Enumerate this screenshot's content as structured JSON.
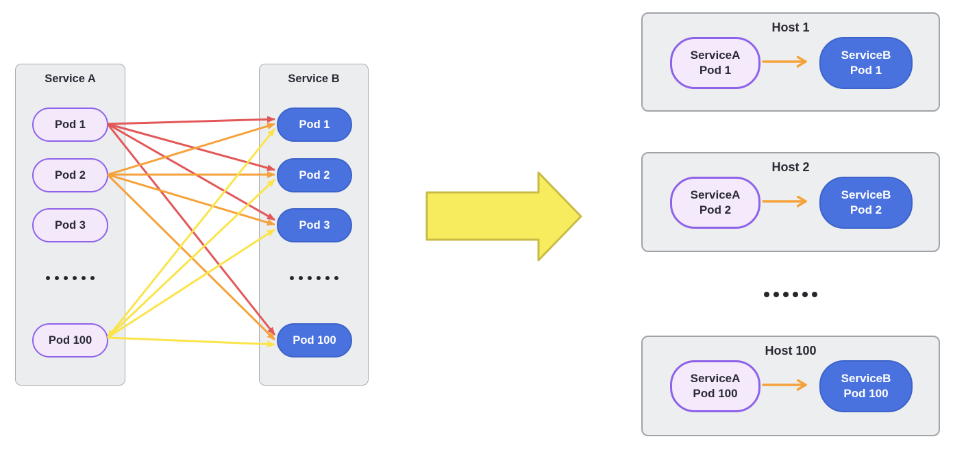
{
  "service_a": {
    "title": "Service A",
    "pods": [
      "Pod 1",
      "Pod 2",
      "Pod 3",
      "Pod 100"
    ],
    "ellipsis_dots": 6
  },
  "service_b": {
    "title": "Service B",
    "pods": [
      "Pod 1",
      "Pod 2",
      "Pod 3",
      "Pod 100"
    ],
    "ellipsis_dots": 6
  },
  "mesh": {
    "connections": [
      {
        "from": "Pod 1",
        "color_name": "red",
        "targets": [
          "Pod 1",
          "Pod 2",
          "Pod 3",
          "Pod 100"
        ]
      },
      {
        "from": "Pod 2",
        "color_name": "orange",
        "targets": [
          "Pod 1",
          "Pod 2",
          "Pod 3",
          "Pod 100"
        ]
      },
      {
        "from": "Pod 100",
        "color_name": "yellow",
        "targets": [
          "Pod 1",
          "Pod 2",
          "Pod 3",
          "Pod 100"
        ]
      }
    ],
    "extra_back_arrowhead": {
      "at_pod": "Pod 100",
      "color_name": "yellow"
    }
  },
  "hosts": {
    "cards": [
      {
        "title": "Host 1",
        "left_pod": [
          "ServiceA",
          "Pod 1"
        ],
        "right_pod": [
          "ServiceB",
          "Pod 1"
        ]
      },
      {
        "title": "Host 2",
        "left_pod": [
          "ServiceA",
          "Pod 2"
        ],
        "right_pod": [
          "ServiceB",
          "Pod 2"
        ]
      },
      {
        "title": "Host 100",
        "left_pod": [
          "ServiceA",
          "Pod 100"
        ],
        "right_pod": [
          "ServiceB",
          "Pod 100"
        ]
      }
    ],
    "ellipsis_dots": 6
  },
  "colors": {
    "red": "#E25858",
    "orange": "#F5A23B",
    "yellow": "#FBE44B",
    "host_arrow": "#F5A23B",
    "big_arrow_fill": "#F7EC5D",
    "big_arrow_stroke": "#C8BB45",
    "pod_a_fill": "#F3E9FB",
    "pod_a_border": "#8E62E9",
    "pod_b_fill": "#4A72DE",
    "box_fill": "#ECEDEF",
    "box_border": "#A9ABAF",
    "text_dark": "#2B2933"
  }
}
